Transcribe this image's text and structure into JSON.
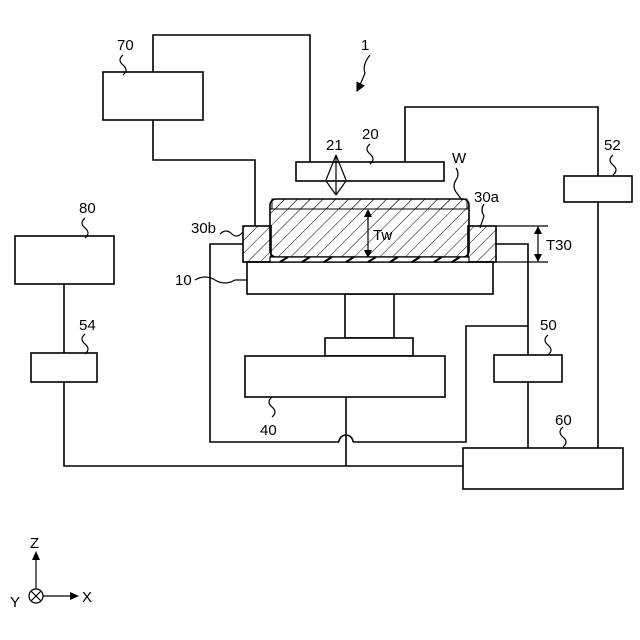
{
  "labels": {
    "system": "1",
    "stage": "10",
    "head": "20",
    "nozzles": "21",
    "wafer": "W",
    "ring_a": "30a",
    "ring_b": "30b",
    "wafer_thickness": "Tw",
    "ring_thickness": "T30",
    "drive": "40",
    "sensor_50": "50",
    "sensor_52": "52",
    "sensor_54": "54",
    "controller_60": "60",
    "controller_70": "70",
    "unit_80": "80"
  },
  "axes": {
    "z": "Z",
    "x": "X",
    "y": "Y"
  }
}
